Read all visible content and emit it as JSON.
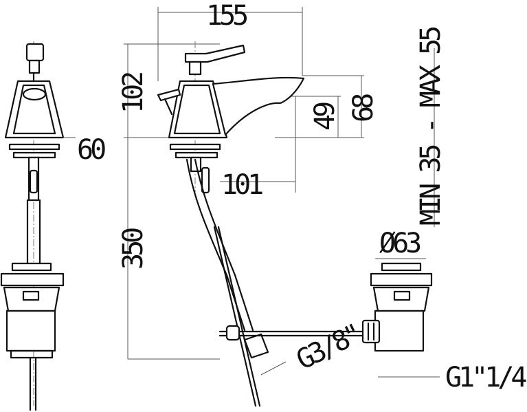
{
  "dimensions": {
    "width_total": "155",
    "height_top": "102",
    "side_60": "60",
    "reach_101": "101",
    "height_49": "49",
    "height_68": "68",
    "thickness_range": "MIN 35 - MAX 55",
    "drain_diameter": "Ø63",
    "supply_thread": "G3/8\"",
    "waste_thread": "G1\"1/4",
    "depth_350": "350"
  }
}
